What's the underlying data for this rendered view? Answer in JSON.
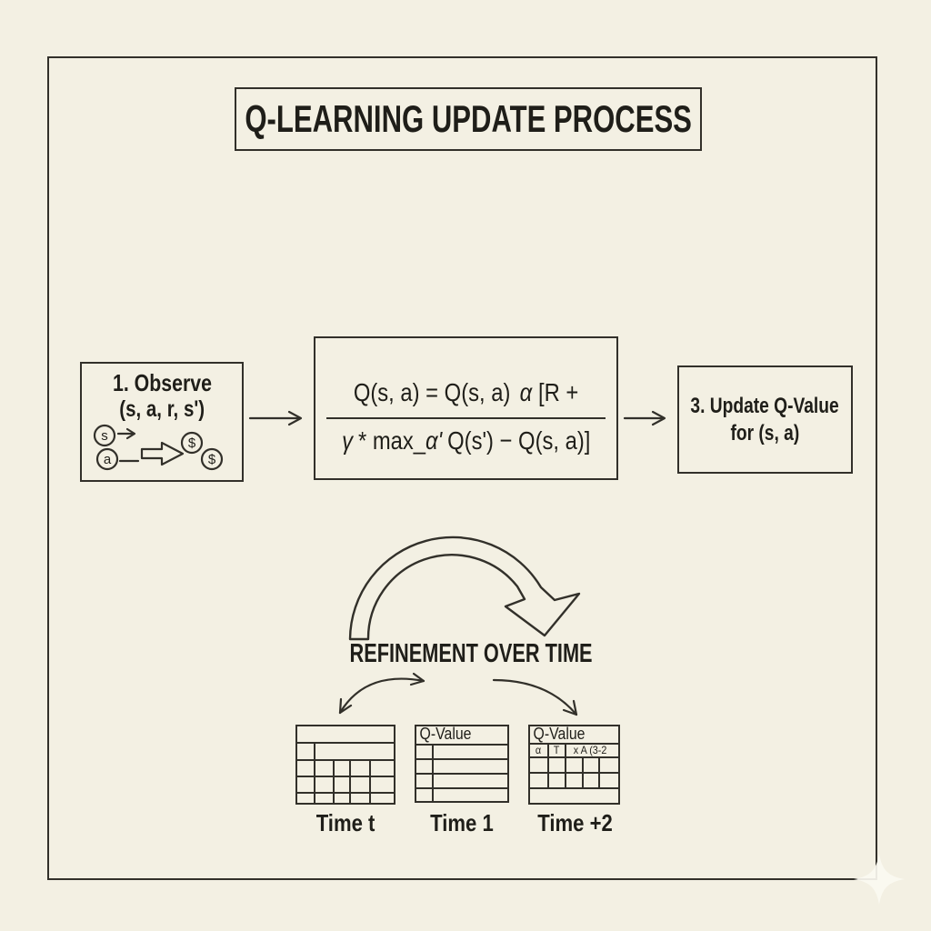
{
  "title": "Q-LEARNING UPDATE PROCESS",
  "step1": {
    "heading": "1. Observe",
    "tuple": "(s, a, r, s')",
    "state_label": "s",
    "action_label": "a",
    "reward_label_1": "$",
    "reward_label_2": "$"
  },
  "formula": {
    "l1a": "Q(s, a) = Q(s, a)",
    "l1b": "α",
    "l1c": "[R +",
    "l2a": "γ",
    "l2b": "* max_",
    "l2c": "α'",
    "l2d": "Q(s') − Q(s, a)]"
  },
  "step3": {
    "line1": "3. Update Q-Value",
    "line2": "for (s, a)"
  },
  "refinement": {
    "heading": "REFINEMENT OVER TIME",
    "table1": {
      "label": "Time t"
    },
    "table2": {
      "header": "Q-Value",
      "label": "Time 1"
    },
    "table3": {
      "header": "Q-Value",
      "cells": [
        "α",
        "T",
        "x  A (3-2"
      ],
      "label": "Time +2"
    }
  },
  "colors": {
    "background": "#f3f0e3",
    "ink": "#1f1e19",
    "line": "#32302a"
  }
}
